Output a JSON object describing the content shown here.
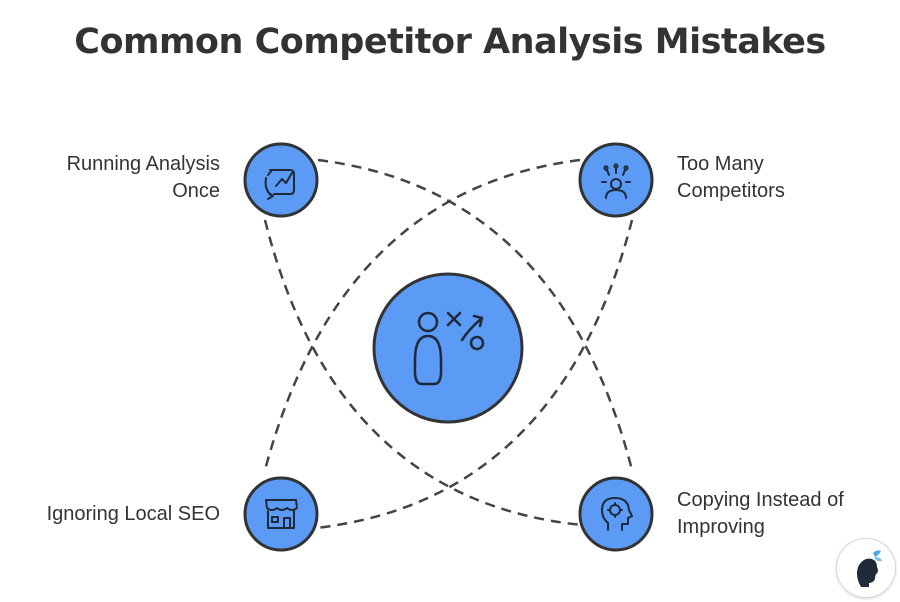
{
  "title": "Common Competitor Analysis Mistakes",
  "colors": {
    "node_fill": "#5b9bf5",
    "stroke": "#333333",
    "background": "#ffffff"
  },
  "center": {
    "icon": "strategy-person-icon"
  },
  "mistakes": [
    {
      "lines": [
        "Running Analysis",
        "Once"
      ],
      "icon": "refresh-chart-icon"
    },
    {
      "lines": [
        "Too Many",
        "Competitors"
      ],
      "icon": "crowd-person-icon"
    },
    {
      "lines": [
        "Ignoring Local SEO"
      ],
      "icon": "storefront-icon"
    },
    {
      "lines": [
        "Copying Instead of",
        "Improving"
      ],
      "icon": "head-brain-icon"
    }
  ],
  "brand_logo": {
    "icon": "butterfly-head-logo-icon"
  }
}
